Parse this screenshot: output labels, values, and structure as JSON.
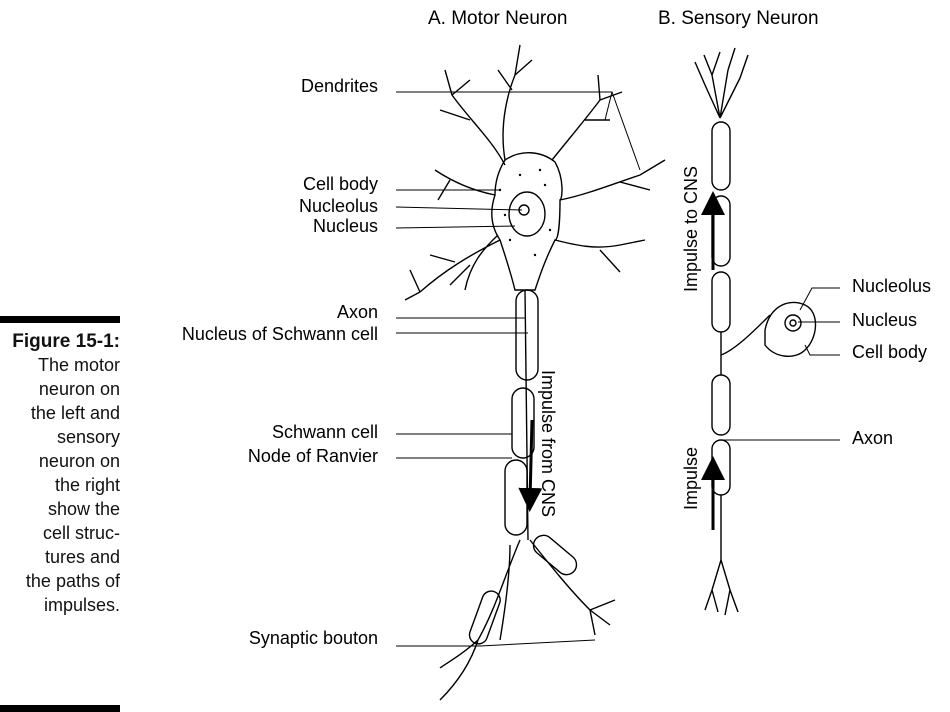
{
  "caption": {
    "title": "Figure 15-1:",
    "lines": [
      "The motor",
      "neuron on",
      "the left and",
      "sensory",
      "neuron on",
      "the right",
      "show the",
      "cell struc-",
      "tures and",
      "the paths of",
      "impulses."
    ]
  },
  "panels": {
    "motor": {
      "title": "A. Motor Neuron",
      "labels": {
        "dendrites": "Dendrites",
        "cell_body": "Cell body",
        "nucleolus": "Nucleolus",
        "nucleus": "Nucleus",
        "axon": "Axon",
        "schwann_nucleus": "Nucleus of Schwann cell",
        "schwann_cell": "Schwann cell",
        "node_ranvier": "Node of Ranvier",
        "synaptic_bouton": "Synaptic bouton"
      },
      "impulse_label": "Impulse from CNS"
    },
    "sensory": {
      "title": "B. Sensory Neuron",
      "labels": {
        "nucleolus": "Nucleolus",
        "nucleus": "Nucleus",
        "cell_body": "Cell body",
        "axon": "Axon"
      },
      "impulse_top_label": "Impulse to CNS",
      "impulse_bottom_label": "Impulse"
    }
  }
}
